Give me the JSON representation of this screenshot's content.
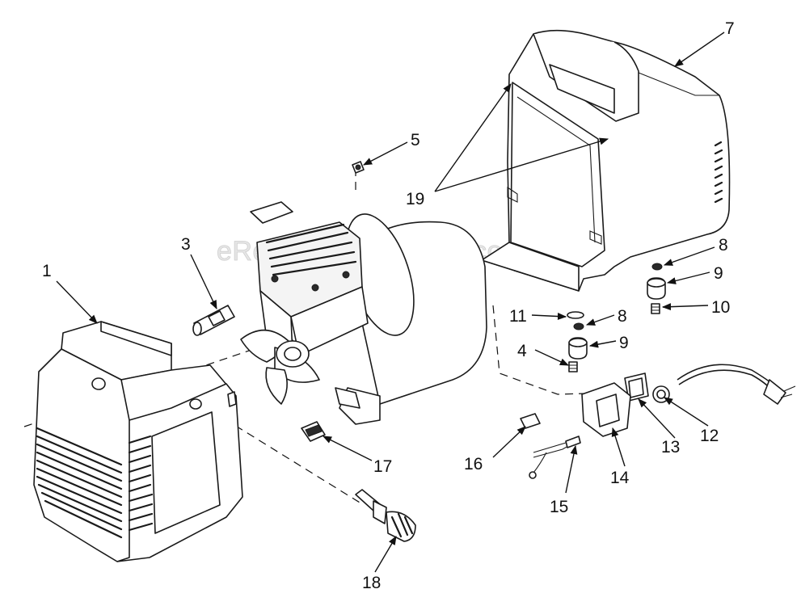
{
  "watermark": "eReplacementParts.com",
  "callouts": {
    "c1": "1",
    "c3": "3",
    "c4": "4",
    "c5": "5",
    "c7": "7",
    "c8a": "8",
    "c8b": "8",
    "c9a": "9",
    "c9b": "9",
    "c10": "10",
    "c11": "11",
    "c12": "12",
    "c13": "13",
    "c14": "14",
    "c15": "15",
    "c16": "16",
    "c17": "17",
    "c18": "18",
    "c19": "19"
  }
}
